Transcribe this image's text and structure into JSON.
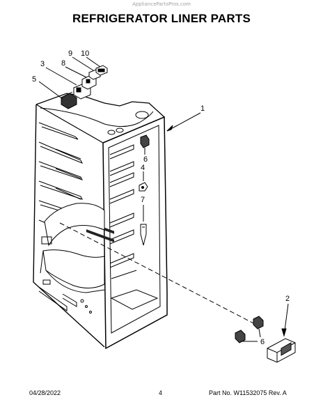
{
  "watermark": "AppliancePartsPros.com",
  "title": "REFRIGERATOR LINER PARTS",
  "callouts": {
    "c1": "1",
    "c2": "2",
    "c3": "3",
    "c4": "4",
    "c5": "5",
    "c6a": "6",
    "c6b": "6",
    "c7": "7",
    "c8": "8",
    "c9": "9",
    "c10": "10"
  },
  "footer": {
    "date": "04/28/2022",
    "page": "4",
    "part_no": "Part No. W11532075  Rev. A"
  }
}
